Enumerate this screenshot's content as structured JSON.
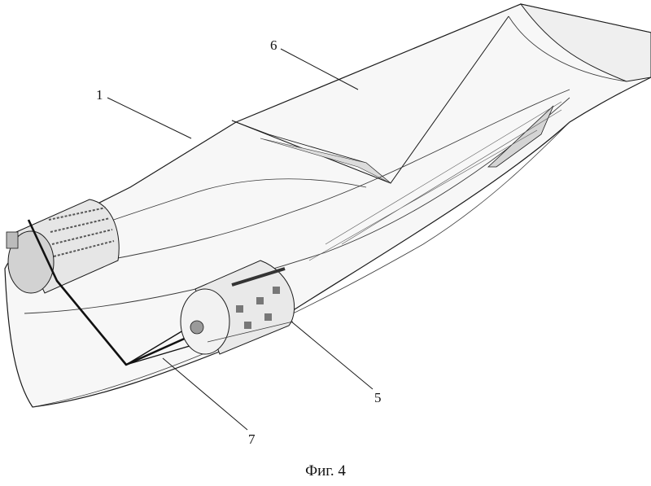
{
  "figure": {
    "caption": "Фиг. 4",
    "callouts": {
      "hull": "1",
      "deck_line": "6",
      "cylinder_device": "5",
      "tow_cable": "7"
    }
  },
  "colors": {
    "line": "#1a1a1a",
    "thin_line": "#3a3a3a",
    "hull_fill": "#f7f7f7",
    "shade": "#d9d9d9",
    "background": "#ffffff"
  }
}
